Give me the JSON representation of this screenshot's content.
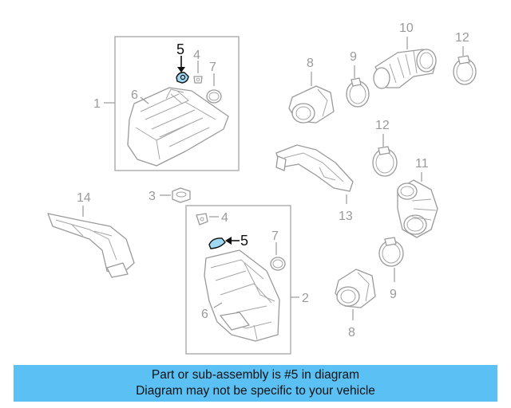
{
  "diagram": {
    "callouts": {
      "c1": "1",
      "c2": "2",
      "c3": "3",
      "c4a": "4",
      "c4b": "4",
      "c5a": "5",
      "c5b": "5",
      "c6a": "6",
      "c6b": "6",
      "c7a": "7",
      "c7b": "7",
      "c8a": "8",
      "c8b": "8",
      "c9a": "9",
      "c9b": "9",
      "c10": "10",
      "c11": "11",
      "c12a": "12",
      "c12b": "12",
      "c13": "13",
      "c14": "14"
    },
    "highlight_color": "#9fd8f3",
    "line_color": "#9a9a9a"
  },
  "banner": {
    "line1": "Part or sub-assembly is #5 in diagram",
    "line2": "Diagram may not be specific to your vehicle",
    "background": "#5bc1f5"
  }
}
